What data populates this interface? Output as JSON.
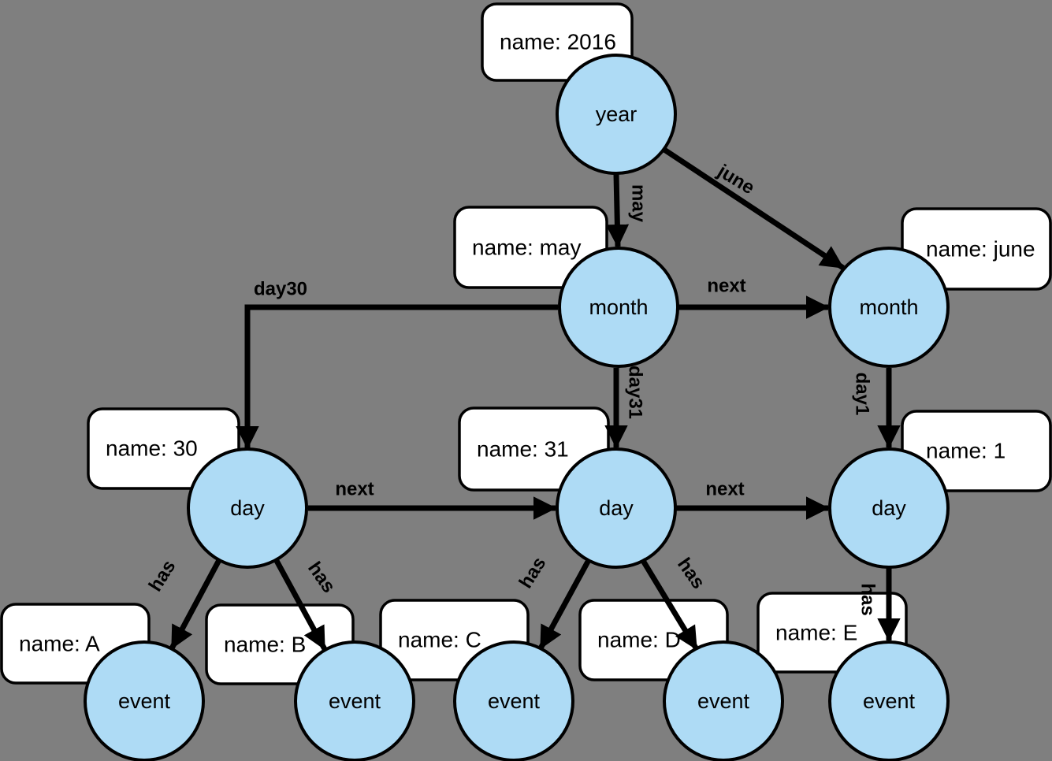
{
  "colors": {
    "background": "#7F7F7F",
    "node_fill": "#AEDBF5",
    "node_stroke": "#000000",
    "box_fill": "#FFFFFF",
    "box_stroke": "#000000",
    "edge_color": "#000000",
    "text_color": "#000000"
  },
  "nodes": [
    {
      "id": "year",
      "label": "year"
    },
    {
      "id": "month-may",
      "label": "month"
    },
    {
      "id": "month-june",
      "label": "month"
    },
    {
      "id": "day-30",
      "label": "day"
    },
    {
      "id": "day-31",
      "label": "day"
    },
    {
      "id": "day-1",
      "label": "day"
    },
    {
      "id": "event-a",
      "label": "event"
    },
    {
      "id": "event-b",
      "label": "event"
    },
    {
      "id": "event-c",
      "label": "event"
    },
    {
      "id": "event-d",
      "label": "event"
    },
    {
      "id": "event-e",
      "label": "event"
    }
  ],
  "properties": [
    {
      "node": "year",
      "text": "name: 2016"
    },
    {
      "node": "month-may",
      "text": "name: may"
    },
    {
      "node": "month-june",
      "text": "name: june"
    },
    {
      "node": "day-30",
      "text": "name: 30"
    },
    {
      "node": "day-31",
      "text": "name: 31"
    },
    {
      "node": "day-1",
      "text": "name: 1"
    },
    {
      "node": "event-a",
      "text": "name: A"
    },
    {
      "node": "event-b",
      "text": "name: B"
    },
    {
      "node": "event-c",
      "text": "name: C"
    },
    {
      "node": "event-d",
      "text": "name: D"
    },
    {
      "node": "event-e",
      "text": "name: E"
    }
  ],
  "edges": [
    {
      "from": "year",
      "to": "month-may",
      "label": "may"
    },
    {
      "from": "year",
      "to": "month-june",
      "label": "june"
    },
    {
      "from": "month-may",
      "to": "month-june",
      "label": "next"
    },
    {
      "from": "month-may",
      "to": "day-30",
      "label": "day30"
    },
    {
      "from": "month-may",
      "to": "day-31",
      "label": "day31"
    },
    {
      "from": "month-june",
      "to": "day-1",
      "label": "day1"
    },
    {
      "from": "day-30",
      "to": "day-31",
      "label": "next"
    },
    {
      "from": "day-31",
      "to": "day-1",
      "label": "next"
    },
    {
      "from": "day-30",
      "to": "event-a",
      "label": "has"
    },
    {
      "from": "day-30",
      "to": "event-b",
      "label": "has"
    },
    {
      "from": "day-31",
      "to": "event-c",
      "label": "has"
    },
    {
      "from": "day-31",
      "to": "event-d",
      "label": "has"
    },
    {
      "from": "day-1",
      "to": "event-e",
      "label": "has"
    }
  ]
}
